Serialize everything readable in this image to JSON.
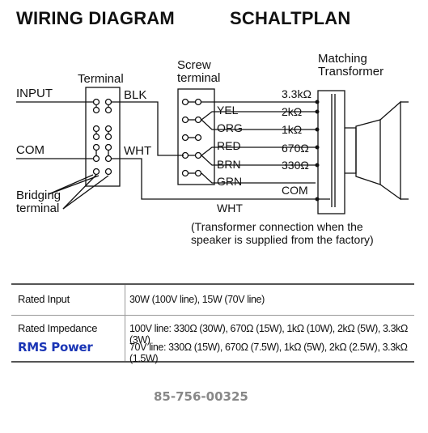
{
  "titles": {
    "left": "WIRING DIAGRAM",
    "right": "SCHALTPLAN"
  },
  "labels": {
    "input": "INPUT",
    "com": "COM",
    "bridging_1": "Bridging",
    "bridging_2": "terminal",
    "terminal": "Terminal",
    "screw_1": "Screw",
    "screw_2": "terminal",
    "matching_1": "Matching",
    "matching_2": "Transformer",
    "blk": "BLK",
    "wht_term": "WHT",
    "wht_bottom": "WHT",
    "yel": "YEL",
    "org": "ORG",
    "red": "RED",
    "brn": "BRN",
    "grn": "GRN",
    "tap_33k": "3.3kΩ",
    "tap_2k": "2kΩ",
    "tap_1k": "1kΩ",
    "tap_670": "670Ω",
    "tap_330": "330Ω",
    "tap_com": "COM",
    "note_1": "(Transformer connection when the",
    "note_2": "speaker is supplied from the factory)"
  },
  "spec": {
    "rated_input_label": "Rated Input",
    "rated_input_value": "30W (100V line), 15W (70V line)",
    "rated_impedance_label": "Rated Impedance",
    "rms_label": "RMS Power",
    "impedance_100v": "100V line: 330Ω (30W), 670Ω (15W), 1kΩ (10W), 2kΩ (5W), 3.3kΩ (3W)",
    "impedance_70v": "70V line:  330Ω (15W), 670Ω (7.5W), 1kΩ (5W), 2kΩ (2.5W), 3.3kΩ (1.5W)"
  },
  "part_number": "85-756-00325"
}
